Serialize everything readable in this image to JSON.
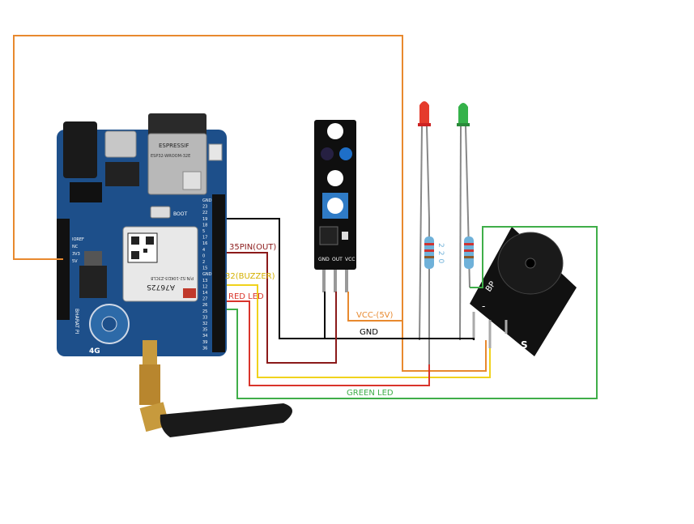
{
  "wire_labels": {
    "pin35": "35PIN(OUT)",
    "buzzer": "32(BUZZER)",
    "red_led": "RED LED",
    "vcc": "VCC-(5V)",
    "gnd": "GND",
    "green_led": "GREEN LED"
  },
  "sensor_pins": {
    "gnd": "GND",
    "out": "OUT",
    "vcc": "VCC"
  },
  "resistor_value": "220",
  "board": {
    "wifi_brand": "ESPRESSIF",
    "wifi_model": "ESP32-WROOM-32E",
    "modem_model": "A7672S",
    "modem_line": "P/N:S2-10KD3-Z3CL8",
    "board_name": "BHARAT PI",
    "gen": "4G",
    "boot_label": "BOOT",
    "power_labels": [
      "IOREF",
      "NC",
      "3V3",
      "5V"
    ],
    "header_pins": [
      "GND",
      "23",
      "22",
      "19",
      "18",
      "5",
      "17",
      "16",
      "4",
      "0",
      "2",
      "15",
      "GND",
      "13",
      "12",
      "14",
      "27",
      "26",
      "25",
      "33",
      "32",
      "35",
      "34",
      "39",
      "36"
    ]
  },
  "buzzer_module": {
    "pin_minus": "-",
    "pin_s": "S",
    "mark": "BP"
  },
  "colors": {
    "orange": "#e8892e",
    "black": "#000000",
    "dark_red": "#8b1a1a",
    "yellow": "#f0d21c",
    "red": "#d9342b",
    "green": "#3fae49",
    "board_blue": "#1d4f8a"
  }
}
